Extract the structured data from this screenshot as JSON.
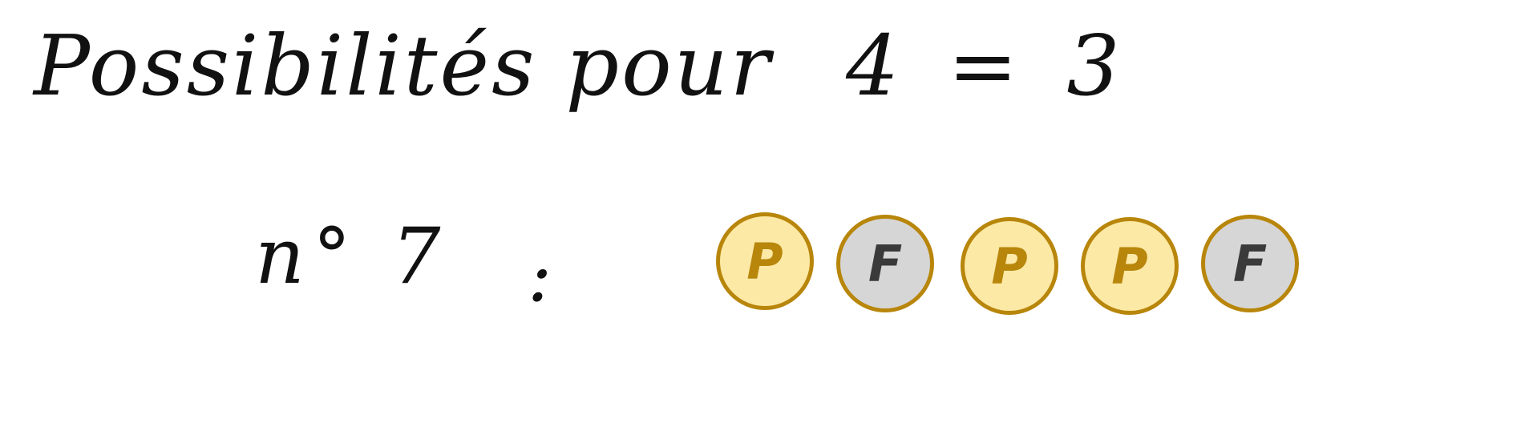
{
  "title": {
    "text": "Possibilités pour",
    "equation": "4 = 3"
  },
  "possibility": {
    "label": "n° 7",
    "colon": ":"
  },
  "coins": [
    {
      "letter": "P",
      "kind": "pile"
    },
    {
      "letter": "F",
      "kind": "face"
    },
    {
      "letter": "P",
      "kind": "pile"
    },
    {
      "letter": "P",
      "kind": "pile"
    },
    {
      "letter": "F",
      "kind": "face"
    }
  ],
  "colors": {
    "pile_fill": "#fde9a6",
    "face_fill": "#d6d6d6",
    "coin_border": "#b8860b",
    "pile_letter": "#b8860b",
    "face_letter": "#3a3a3a",
    "ink": "#111111"
  }
}
